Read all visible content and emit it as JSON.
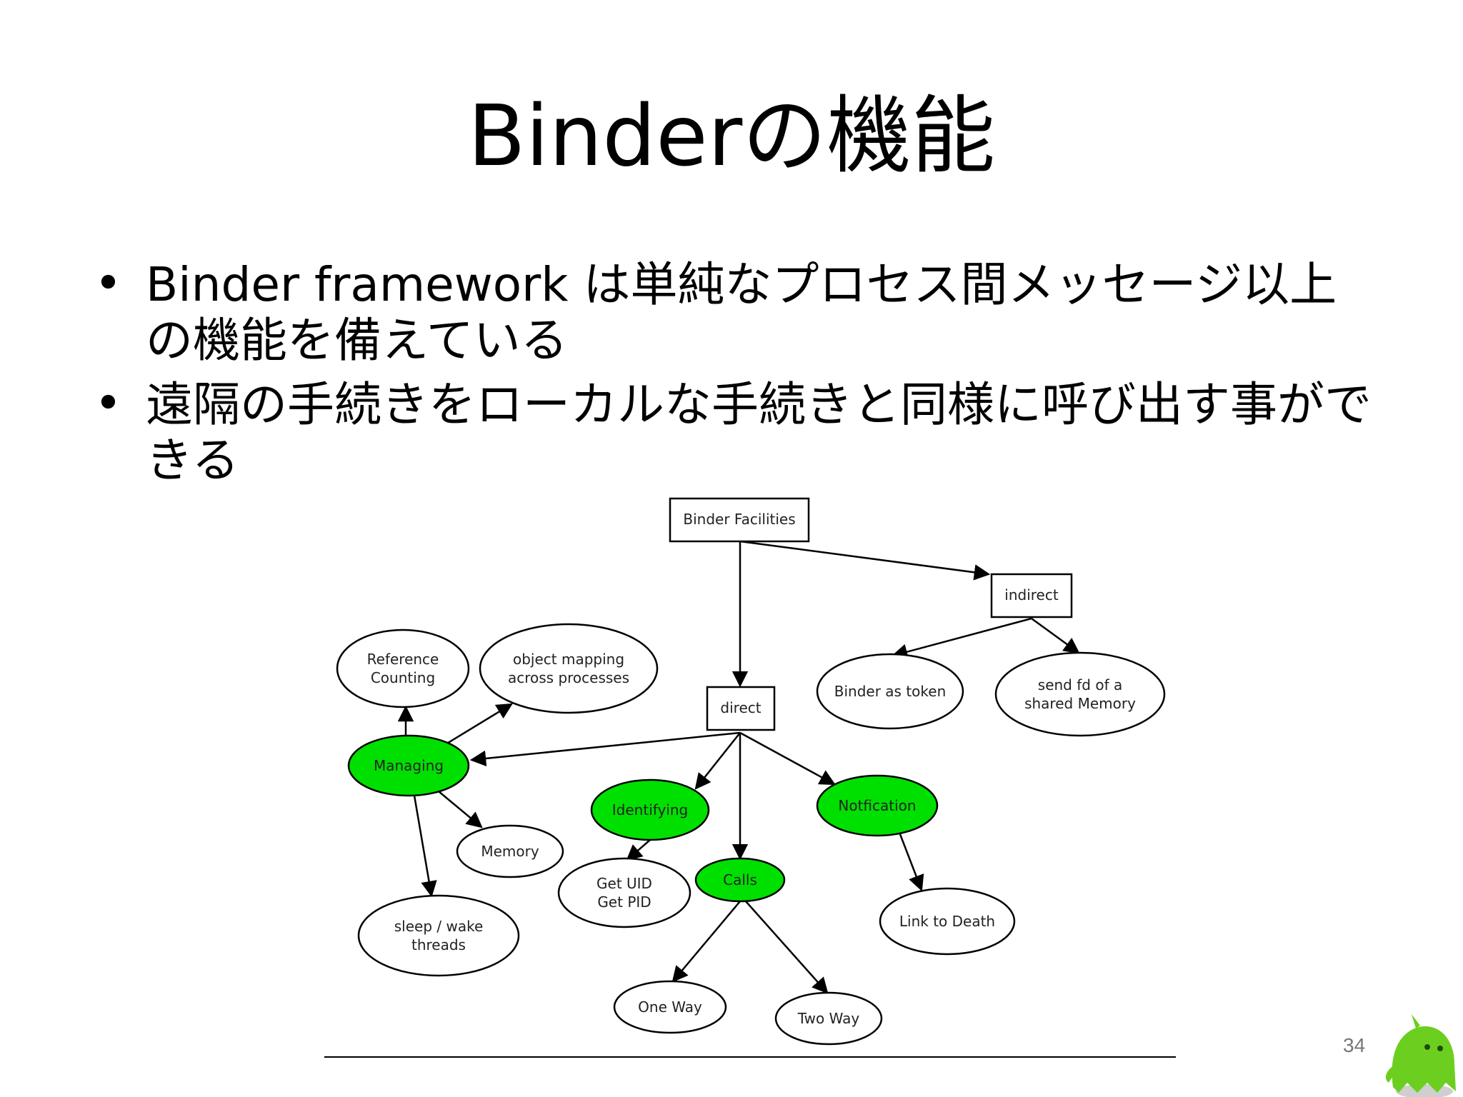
{
  "slide": {
    "title": "Binderの機能",
    "bullets": [
      "Binder framework は単純なプロセス間メッセージ以上の機能を備えている",
      "遠隔の手続きをローカルな手続きと同様に呼び出す事ができる"
    ],
    "page_number": "34"
  },
  "diagram": {
    "nodes": {
      "facilities": {
        "label": "Binder Facilities"
      },
      "indirect": {
        "label": "indirect"
      },
      "direct": {
        "label": "direct"
      },
      "refcount": {
        "lines": [
          "Reference",
          "Counting"
        ]
      },
      "objmap": {
        "lines": [
          "object mapping",
          "across processes"
        ]
      },
      "token": {
        "label": "Binder as token"
      },
      "sendfd": {
        "lines": [
          "send fd of a",
          "shared Memory"
        ]
      },
      "managing": {
        "label": "Managing"
      },
      "identifying": {
        "label": "Identifying"
      },
      "notification": {
        "label": "Notfication"
      },
      "memory": {
        "label": "Memory"
      },
      "uidpid": {
        "lines": [
          "Get UID",
          "Get PID"
        ]
      },
      "calls": {
        "label": "Calls"
      },
      "linkdeath": {
        "label": "Link to Death"
      },
      "sleepwake": {
        "lines": [
          "sleep / wake",
          "threads"
        ]
      },
      "oneway": {
        "label": "One Way"
      },
      "twoway": {
        "label": "Two Way"
      }
    },
    "highlight_color": "#00e000",
    "mascot_color": "#6ccf1f"
  }
}
